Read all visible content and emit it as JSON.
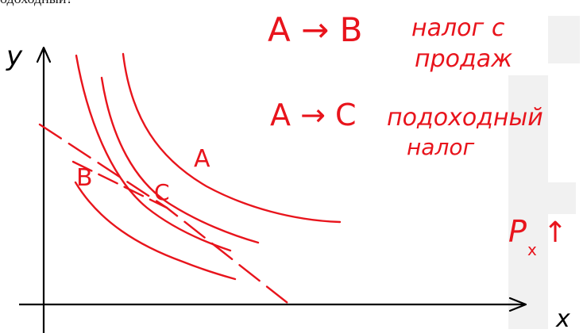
{
  "caption": "одоходный?",
  "axes": {
    "y_label": "y",
    "x_label": "x"
  },
  "curves": {
    "a_label": "A",
    "b_label": "B",
    "c_label": "C"
  },
  "notes": {
    "line1_left": "A → B",
    "line1_right": "налог с",
    "line2": "продаж",
    "line3_left": "A → C",
    "line3_right": "подоходный",
    "line4": "налог",
    "price_label": "P",
    "price_subscript": "x",
    "price_arrow": "↑"
  },
  "colors": {
    "ink_red": "#e8141c",
    "ink_black": "#000000",
    "watermark": "#f1f1f1"
  }
}
